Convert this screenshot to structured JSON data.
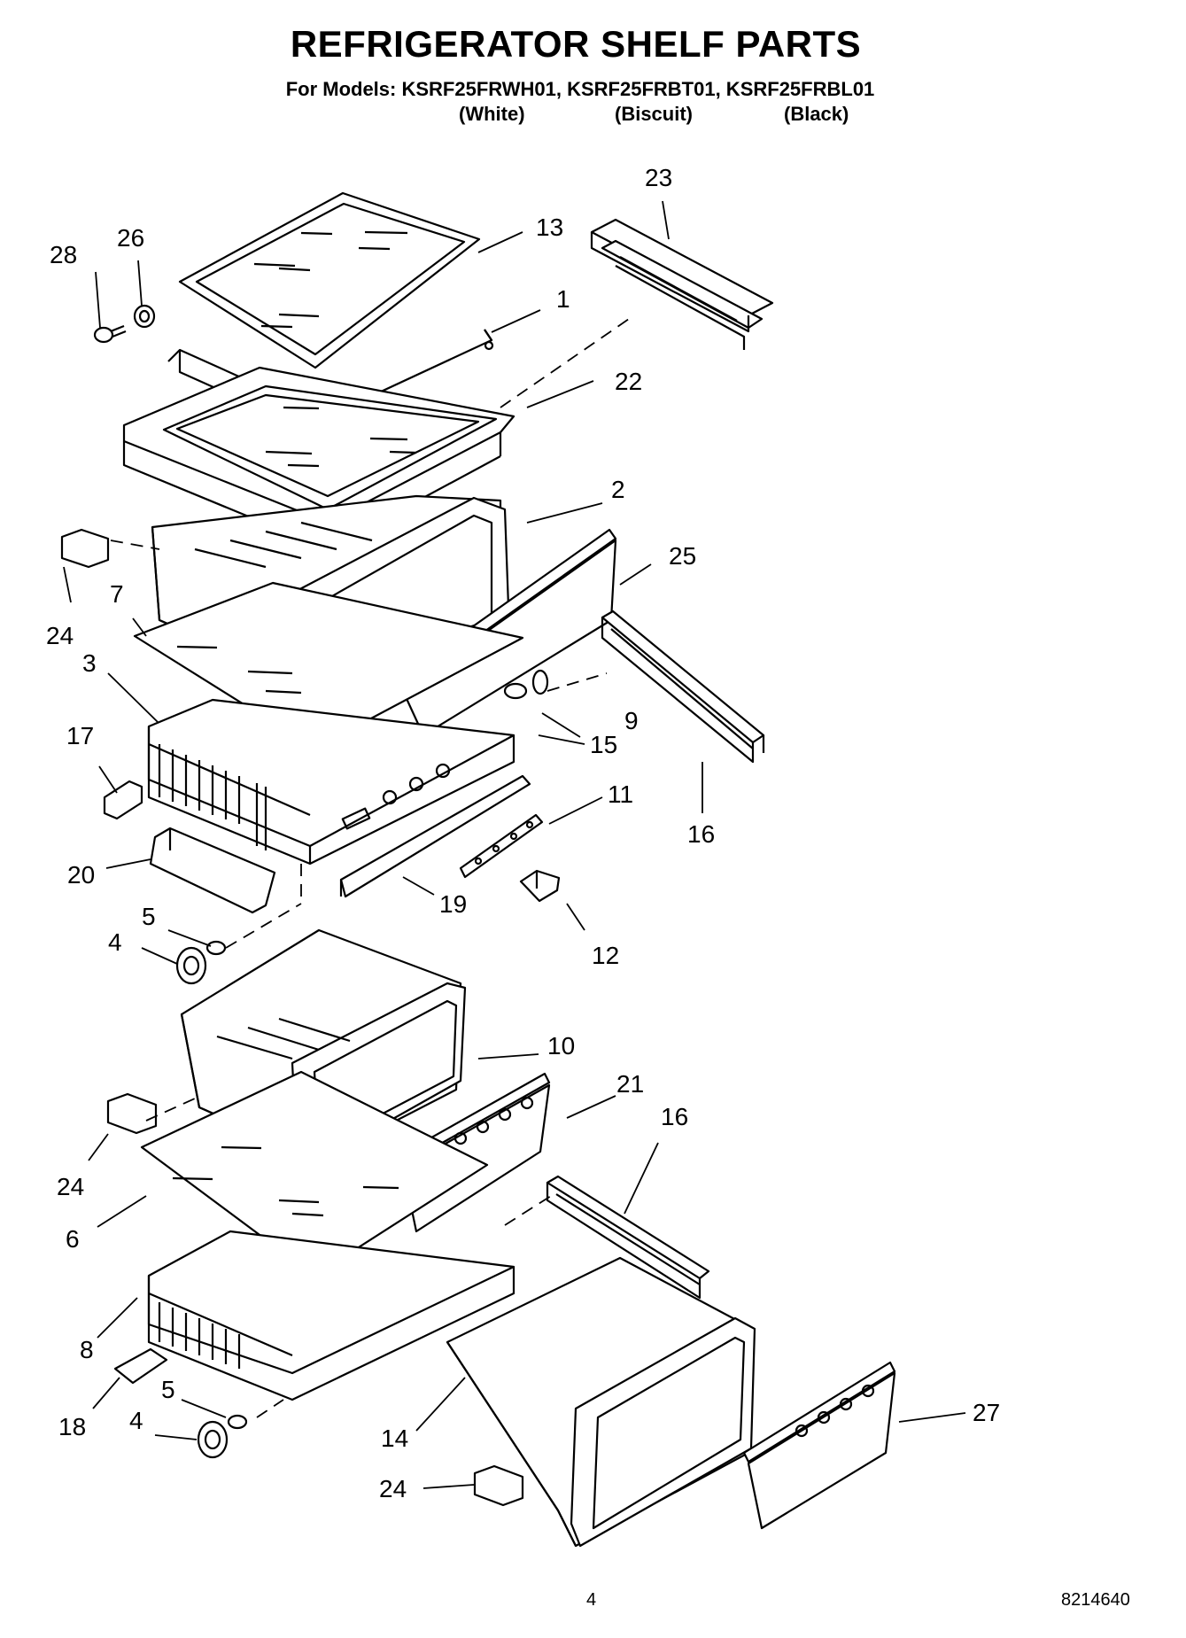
{
  "header": {
    "title": "REFRIGERATOR SHELF PARTS",
    "subtitle": "For Models: KSRF25FRWH01, KSRF25FRBT01, KSRF25FRBL01",
    "colors": [
      "(White)",
      "(Biscuit)",
      "(Black)"
    ]
  },
  "callouts": {
    "c1": "1",
    "c2": "2",
    "c3": "3",
    "c4a": "4",
    "c4b": "4",
    "c5a": "5",
    "c5b": "5",
    "c6": "6",
    "c7": "7",
    "c8": "8",
    "c9": "9",
    "c10": "10",
    "c11": "11",
    "c12": "12",
    "c13": "13",
    "c14": "14",
    "c15": "15",
    "c16a": "16",
    "c16b": "16",
    "c17": "17",
    "c18": "18",
    "c19": "19",
    "c20": "20",
    "c21": "21",
    "c22": "22",
    "c23": "23",
    "c24a": "24",
    "c24b": "24",
    "c24c": "24",
    "c25": "25",
    "c26": "26",
    "c27": "27",
    "c28": "28"
  },
  "footer": {
    "page_number": "4",
    "doc_number": "8214640"
  }
}
